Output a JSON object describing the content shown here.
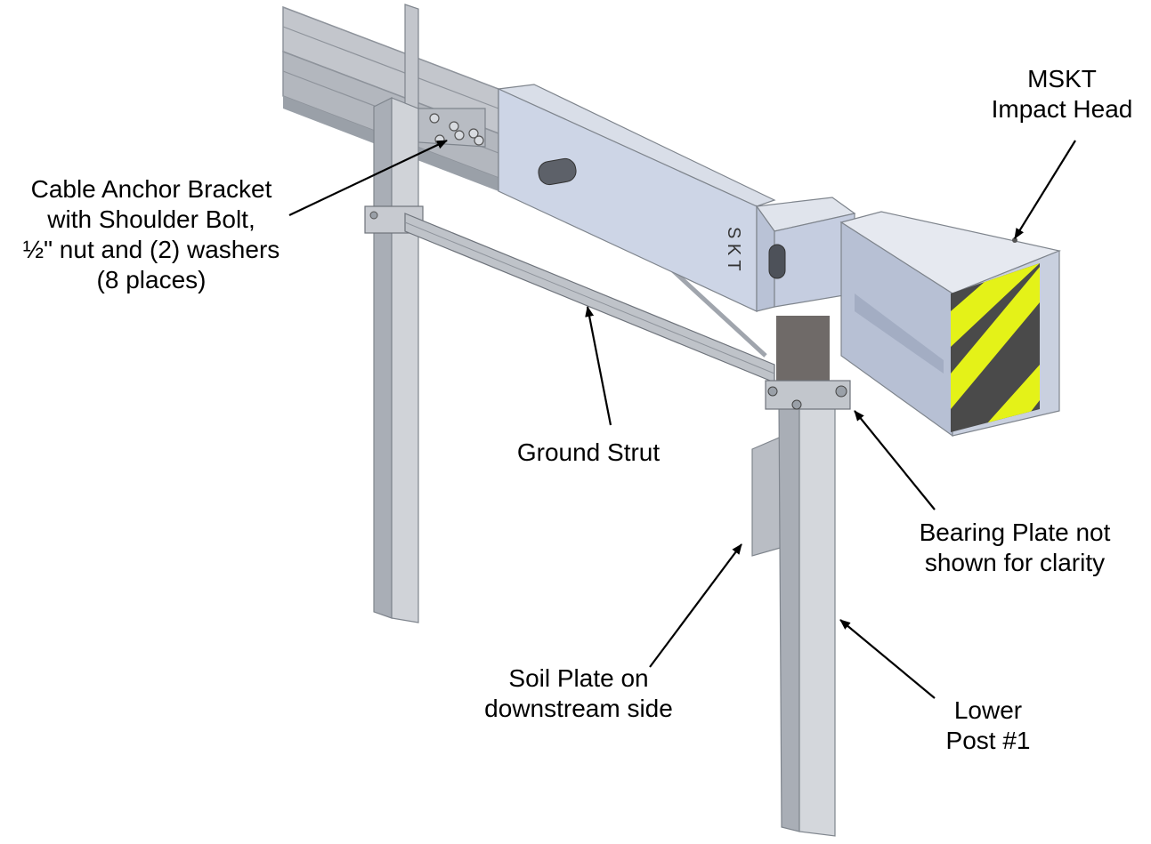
{
  "colors": {
    "steel": "#c9ccd2",
    "steel_dark": "#8e939b",
    "steel_light": "#e4e6ea",
    "head_blue": "#cdd5e6",
    "head_blue_dark": "#a9b4cb",
    "hazard_yellow": "#e4f218",
    "hazard_dark": "#4a4a4a",
    "arrow": "#000000"
  },
  "diagram": {
    "stencil_text": "S K T"
  },
  "labels": {
    "impact_head": {
      "line1": "MSKT",
      "line2": "Impact Head"
    },
    "cable_anchor": {
      "line1": "Cable Anchor Bracket",
      "line2": "with Shoulder Bolt,",
      "line3": "½\" nut and (2) washers",
      "line4": "(8 places)"
    },
    "ground_strut": {
      "line1": "Ground Strut"
    },
    "bearing_plate": {
      "line1": "Bearing Plate not",
      "line2": "shown for clarity"
    },
    "soil_plate": {
      "line1": "Soil Plate on",
      "line2": "downstream side"
    },
    "lower_post": {
      "line1": "Lower",
      "line2": "Post #1"
    }
  }
}
